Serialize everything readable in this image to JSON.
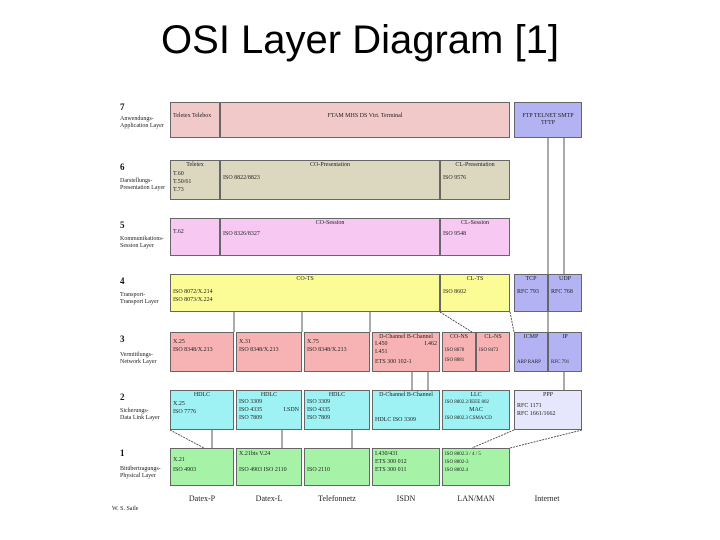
{
  "title": "OSI Layer Diagram [1]",
  "layers": [
    {
      "num": "7",
      "name": "Anwendungs-\nApplication Layer"
    },
    {
      "num": "6",
      "name": "Darstellungs-\nPresentation Layer"
    },
    {
      "num": "5",
      "name": "Kommunikations-\nSession Layer"
    },
    {
      "num": "4",
      "name": "Transport-\nTransport Layer"
    },
    {
      "num": "3",
      "name": "Vermittlungs-\nNetwork Layer"
    },
    {
      "num": "2",
      "name": "Sicherungs-\nData Link Layer"
    },
    {
      "num": "1",
      "name": "Bitübertragungs-\nPhysical Layer"
    }
  ],
  "boxes": {
    "l7_teletex": "Teletex  Telebox",
    "l7_main": "FTAM    MHS    DS    Virt. Terminal",
    "l7_inet": "FTP  TELNET  SMTP  TFTP",
    "l6_teletex": "Teletex",
    "l6_teletex_1": "T.60",
    "l6_teletex_2": "T.50/61",
    "l6_teletex_3": "T.73",
    "l6_co": "CO-Presentation",
    "l6_co_1": "ISO 8822/8823",
    "l6_cl": "CL-Presentation",
    "l6_cl_1": "ISO 9576",
    "l5_t62": "T.62",
    "l5_co": "CO-Session",
    "l5_co_1": "ISO 8326/8327",
    "l5_cl": "CL-Session",
    "l5_cl_1": "ISO 9548",
    "l4_cots": "CO-TS",
    "l4_cots_1": "ISO 8072/X.214",
    "l4_cots_2": "ISO 8073/X.224",
    "l4_clts": "CL-TS",
    "l4_clts_1": "ISO 8602",
    "l4_tcp": "TCP",
    "l4_tcp_1": "RFC 793",
    "l4_udp": "UDP",
    "l4_udp_1": "RFC 768",
    "l3_x25": "X.25",
    "l3_x25_1": "ISO 8348/X.213",
    "l3_x31": "X.31",
    "l3_x31_1": "ISO 8348/X.213",
    "l3_x75": "X.75",
    "l3_x75_1": "ISO 8348/X.213",
    "l3_dch": "D-Channel  B-Channel",
    "l3_dch_1": "I.450",
    "l3_dch_2": "I.462",
    "l3_dch_3": "I.451",
    "l3_dch_4": "ETS 300 102-1",
    "l3_cons": "CO-NS",
    "l3_cons_1": "ISO 8878",
    "l3_cons_2": "ISO 8881",
    "l3_clns": "CL-NS",
    "l3_clns_1": "ISO 8473",
    "l3_icmp": "ICMP",
    "l3_ip": "IP",
    "l3_ip_1": "RFC 791",
    "l3_arp": "ARP  RARP",
    "l2_hdlc1": "HDLC",
    "l2_hdlc1_1": "X.25",
    "l2_hdlc1_2": "ISO 7776",
    "l2_hdlc2": "HDLC",
    "l2_hdlc2_1": "ISO 3309",
    "l2_hdlc2_2": "ISO 4335",
    "l2_hdlc2_3": "ISO 7809",
    "l2_hdlc2_4": "I.SDN",
    "l2_hdlc3": "HDLC",
    "l2_hdlc3_1": "ISO 3309",
    "l2_hdlc3_2": "ISO 4335",
    "l2_hdlc3_3": "ISO 7809",
    "l2_dch": "D-Channel  B-Channel",
    "l2_dch_1": "HDLC ISO 3309",
    "l2_llc": "LLC",
    "l2_llc_1": "ISO 8802.2/IEEE 802",
    "l2_llc_2": "MAC",
    "l2_llc_3": "ISO 8802.3  CSMA/CD",
    "l2_ppp": "PPP",
    "l2_ppp_1": "RFC 1171",
    "l2_ppp_2": "RFC 1661/1662",
    "l1_x21": "X.21",
    "l1_x21_1": "ISO 4903",
    "l1_x21bis": "X.21bis  V.24",
    "l1_x21bis_1": "ISO 4903    ISO 2110",
    "l1_x21bis_2": "ISO 2110",
    "l1_isdn": "I.430/431",
    "l1_isdn_1": "ETS 300 012",
    "l1_isdn_2": "ETS 300 011",
    "l1_lan": "ISO 8802.3 / 4 / 5",
    "l1_lan_1": "ISO 8802-3",
    "l1_lan_2": "ISO 8802.4"
  },
  "bottom_labels": [
    "Datex-P",
    "Datex-L",
    "Telefonnetz",
    "ISDN",
    "LAN/MAN",
    "Internet"
  ],
  "author": "W. S. Saile"
}
